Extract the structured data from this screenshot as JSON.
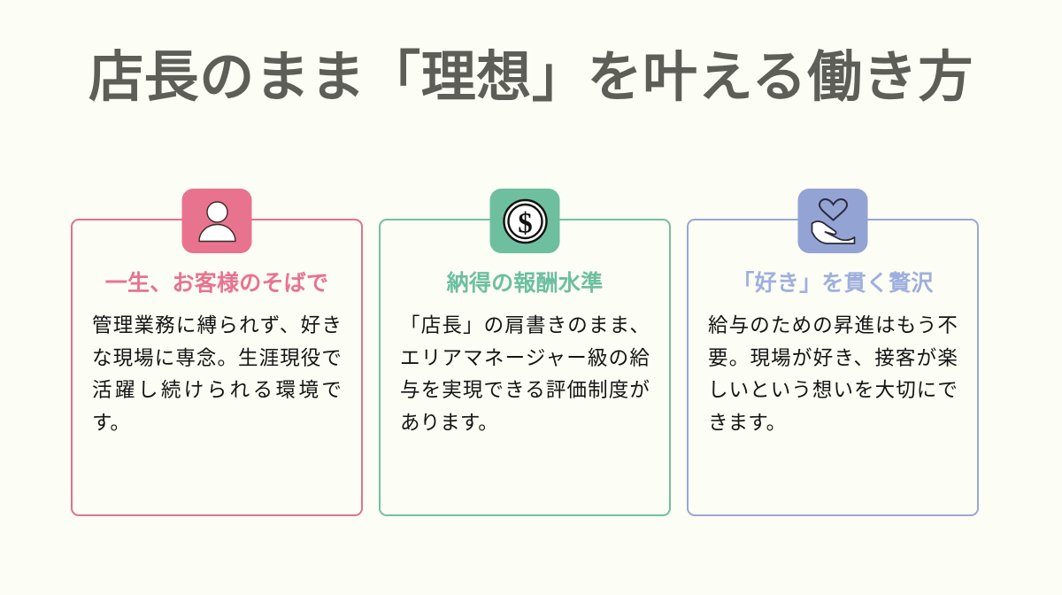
{
  "page": {
    "background_color": "#fcfdf4",
    "title": "店長のまま「理想」を叶える働き方",
    "title_color": "#5e5e58"
  },
  "cards": [
    {
      "icon_name": "person-icon",
      "accent_color": "#e8738f",
      "border_color": "#e0718f",
      "heading": "一生、お客様のそばで",
      "body": "管理業務に縛られず、好きな現場に専念。生涯現役で活躍し続けられる環境です。"
    },
    {
      "icon_name": "dollar-coin-icon",
      "accent_color": "#6dbfa0",
      "border_color": "#73c0a0",
      "heading": "納得の報酬水準",
      "body": "「店長」の肩書きのまま、エリアマネージャー級の給与を実現できる評価制度があります。"
    },
    {
      "icon_name": "hand-holding-heart-icon",
      "accent_color": "#9fafdd",
      "border_color": "#98a7d8",
      "heading": "「好き」を貫く贅沢",
      "body": "給与のための昇進はもう不要。現場が好き、接客が楽しいという想いを大切にできます。"
    }
  ]
}
